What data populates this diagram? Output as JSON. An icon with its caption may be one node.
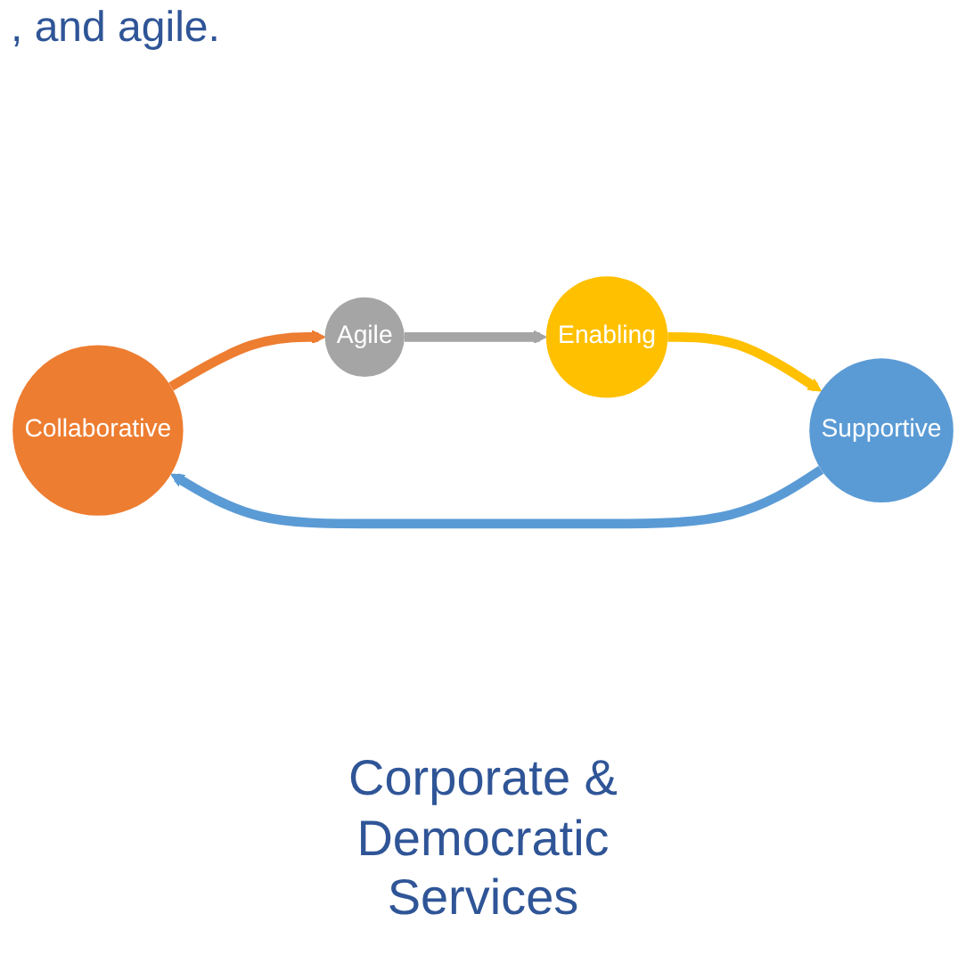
{
  "diagram": {
    "title": ", and agile.",
    "nodes": [
      {
        "text": [
          "Collaborative"
        ]
      },
      {
        "text": [
          "Agile"
        ]
      },
      {
        "text": [
          "Enabling"
        ]
      },
      {
        "text": [
          "Supportive"
        ]
      }
    ],
    "edges": [
      {
        "from": 0,
        "to": 1,
        "arrow": "to",
        "color": "#ed7d31"
      },
      {
        "from": 1,
        "to": 2,
        "arrow": "to",
        "color": "#a5a5a5"
      },
      {
        "from": 2,
        "to": 3,
        "arrow": "to",
        "color": "#ffc000"
      },
      {
        "from": 3,
        "to": 0,
        "arrow": "to",
        "color": "#5b9bd5"
      }
    ],
    "labels": [
      "Corporate & Democratic Services"
    ]
  }
}
